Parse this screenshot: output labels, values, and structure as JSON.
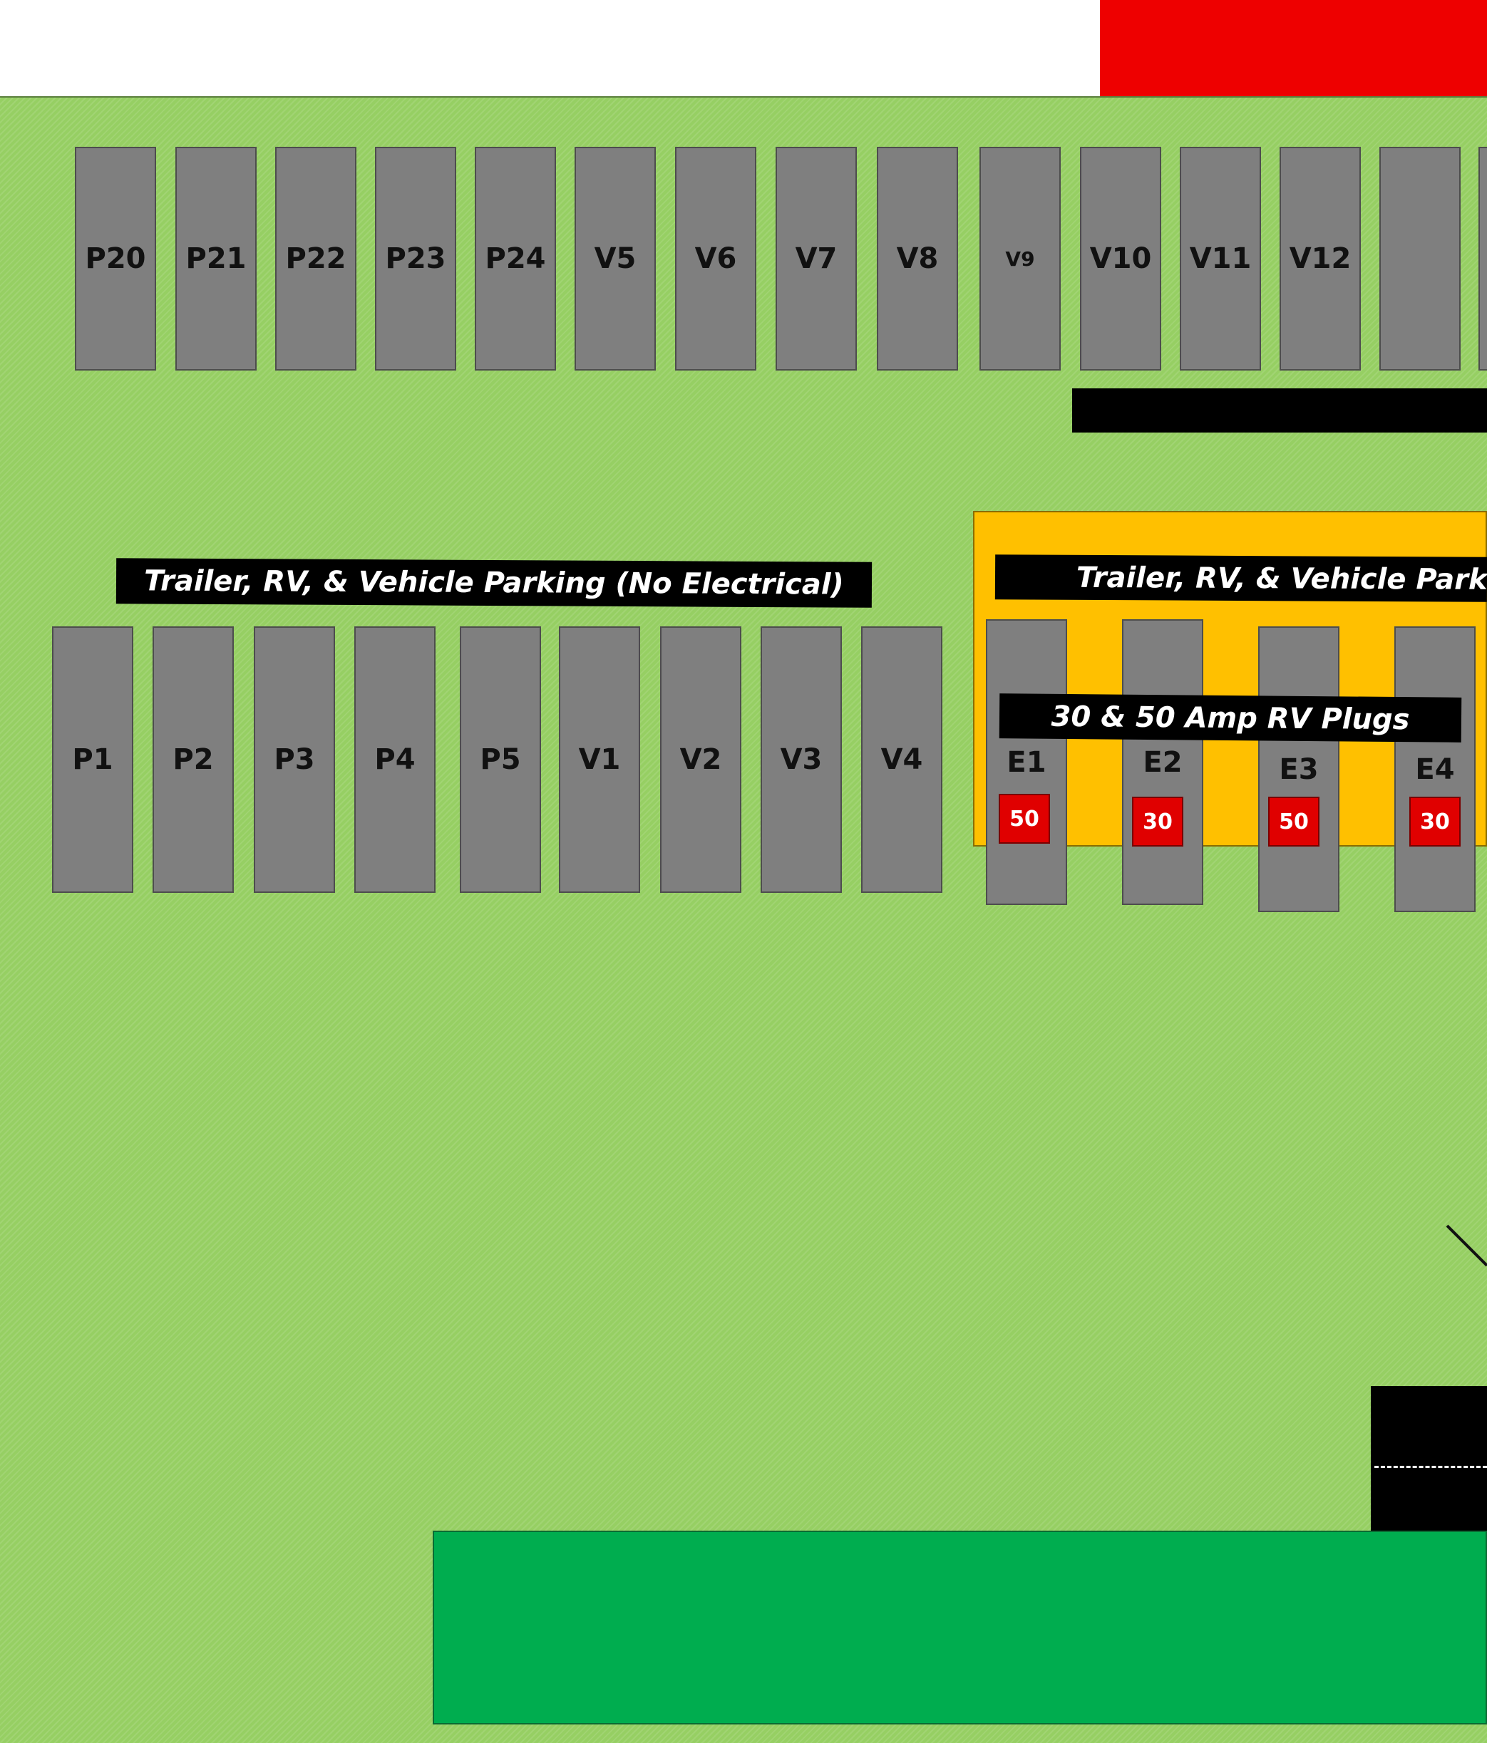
{
  "top_row_slots": [
    "P20",
    "P21",
    "P22",
    "P23",
    "P24",
    "V5",
    "V6",
    "V7",
    "V8",
    "V9",
    "V10",
    "V11",
    "V12",
    ""
  ],
  "bottom_row_slots": [
    "P1",
    "P2",
    "P3",
    "P4",
    "P5",
    "V1",
    "V2",
    "V3",
    "V4"
  ],
  "electric_slots": [
    {
      "label": "E1",
      "amp": "50"
    },
    {
      "label": "E2",
      "amp": "30"
    },
    {
      "label": "E3",
      "amp": "50"
    },
    {
      "label": "E4",
      "amp": "30"
    }
  ],
  "banners": {
    "no_electrical": "Trailer, RV, & Vehicle Parking (No Electrical)",
    "electrical": "Trailer, RV, & Vehicle Parking",
    "plugs": "30 & 50 Amp RV Plugs"
  },
  "colors": {
    "grass": "#96cf63",
    "slot": "#7f7f7f",
    "electrical_zone": "#ffc000",
    "plug": "#e00000",
    "building": "#00ad4f",
    "top_block": "#ee0000"
  }
}
